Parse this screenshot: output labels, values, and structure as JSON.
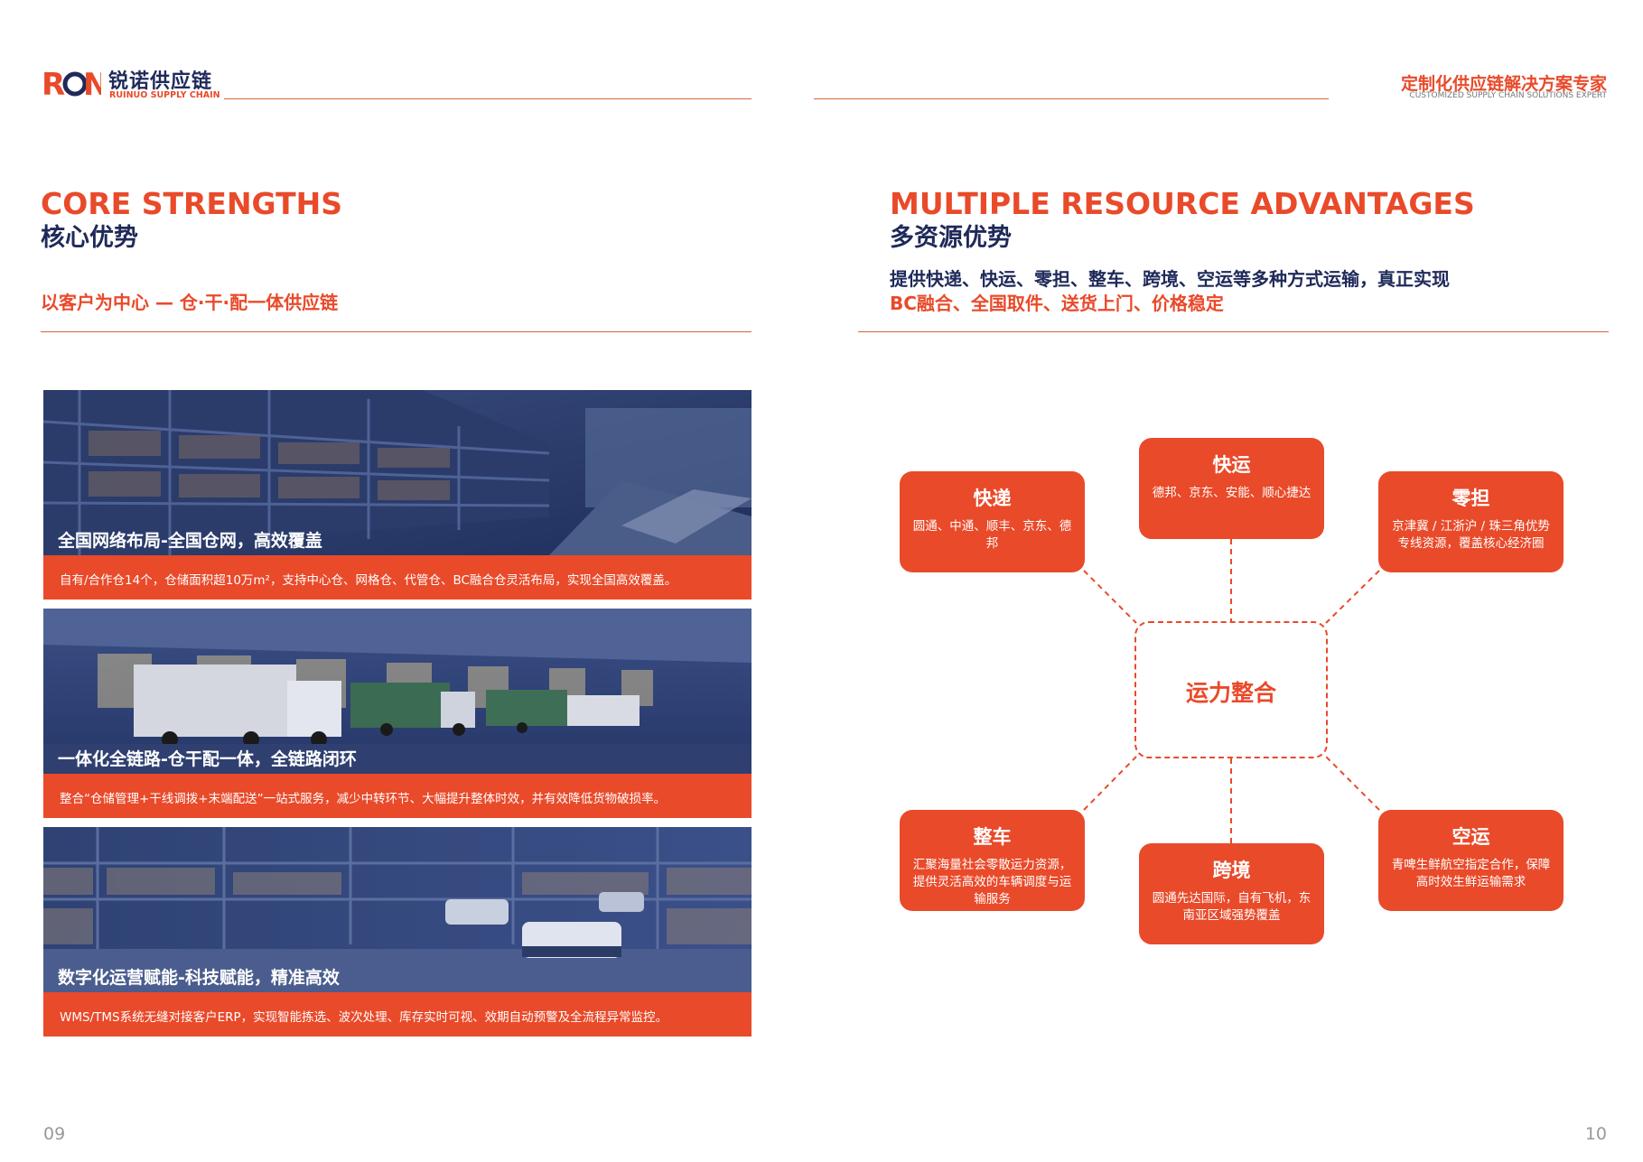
{
  "brand": {
    "logo_letters": "RON",
    "name_cn": "锐诺供应链",
    "name_en": "RUINUO SUPPLY CHAIN",
    "tagline_cn": "定制化供应链解决方案专家",
    "tagline_en": "CUSTOMIZED SUPPLY CHAIN SOLUTIONS EXPERT",
    "accent_color": "#e94a2a",
    "navy_color": "#1f2a5a"
  },
  "left": {
    "title_en": "CORE STRENGTHS",
    "title_cn": "核心优势",
    "subtitle": "以客户为中心 — 仓·干·配一体供应链",
    "panels": [
      {
        "title": "全国网络布局-全国仓网，高效覆盖",
        "desc": "自有/合作仓14个，仓储面积超10万m²，支持中心仓、网格仓、代管仓、BC融合仓灵活布局，实现全国高效覆盖。",
        "image": "warehouse-shelves-photo"
      },
      {
        "title": "一体化全链路-仓干配一体，全链路闭环",
        "desc": "整合“仓储管理+干线调拨+末端配送”一站式服务，减少中转环节、大幅提升整体时效，并有效降低货物破损率。",
        "image": "trucks-loading-dock-photo"
      },
      {
        "title": "数字化运营赋能-科技赋能，精准高效",
        "desc": "WMS/TMS系统无缝对接客户ERP，实现智能拣选、波次处理、库存实时可视、效期自动预警及全流程异常监控。",
        "image": "agv-robots-warehouse-photo"
      }
    ],
    "page_number": "09"
  },
  "right": {
    "title_en": "MULTIPLE RESOURCE ADVANTAGES",
    "title_cn": "多资源优势",
    "intro_line1": "提供快递、快运、零担、整车、跨境、空运等多种方式运输，真正实现",
    "intro_line2": "BC融合、全国取件、送货上门、价格稳定",
    "center": "运力整合",
    "nodes": {
      "express": {
        "title": "快递",
        "desc": "圆通、中通、顺丰、京东、德邦"
      },
      "freight": {
        "title": "快运",
        "desc": "德邦、京东、安能、顺心捷达"
      },
      "ltl": {
        "title": "零担",
        "desc": "京津冀 / 江浙沪 / 珠三角优势专线资源，覆盖核心经济圈"
      },
      "ftl": {
        "title": "整车",
        "desc": "汇聚海量社会零散运力资源，提供灵活高效的车辆调度与运输服务"
      },
      "cross_border": {
        "title": "跨境",
        "desc": "圆通先达国际，自有飞机，东南亚区域强势覆盖"
      },
      "air": {
        "title": "空运",
        "desc": "青啤生鲜航空指定合作，保障高时效生鲜运输需求"
      }
    },
    "page_number": "10"
  }
}
